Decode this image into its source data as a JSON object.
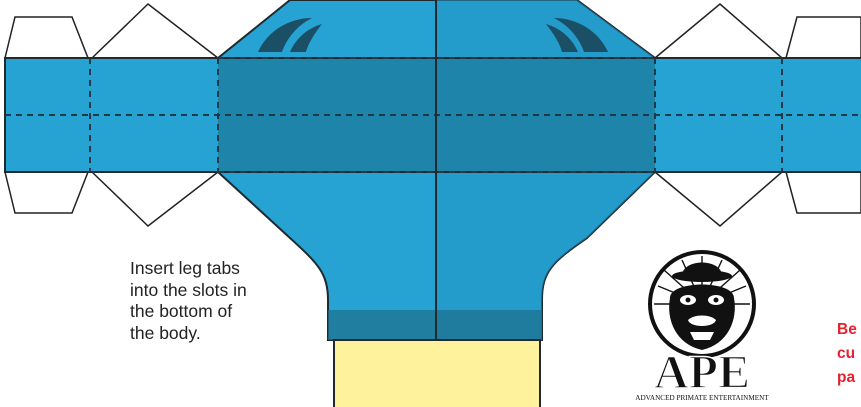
{
  "instructions": {
    "leg_tabs": "Insert leg tabs\ninto the slots in\nthe bottom of\nthe body."
  },
  "cut_note": {
    "text": "Be\ncu\npa",
    "color": "#e8212e"
  },
  "logo": {
    "icon": "gorilla-bowler-hat-icon",
    "wordmark": "APE",
    "tagline": "ADVANCED PRIMATE ENTERTAINMENT"
  },
  "colors": {
    "body_blue": "#27a3d3",
    "band_blue": "#1e84aa",
    "shadow_blue": "#1e6f8c",
    "tab_yellow": "#fef29c",
    "outline": "#1f2a2e"
  }
}
